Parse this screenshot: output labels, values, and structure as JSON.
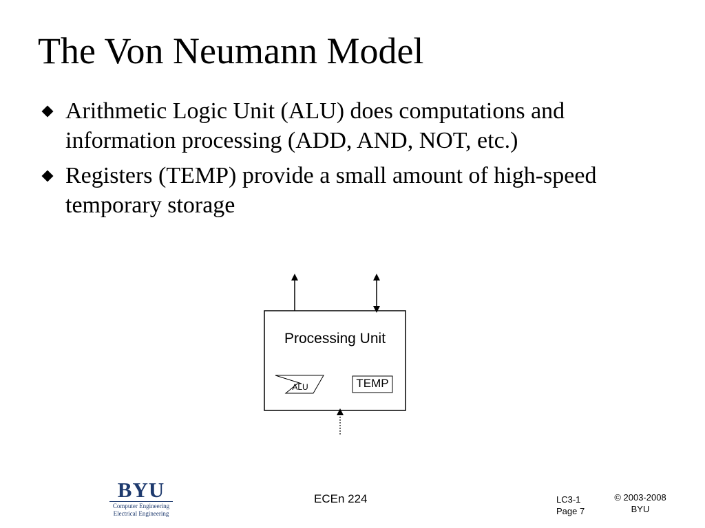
{
  "slide": {
    "title": "The Von Neumann Model",
    "bullets": [
      "Arithmetic Logic Unit (ALU) does computations and information processing (ADD, AND, NOT, etc.)",
      "Registers (TEMP) provide a small amount of high-speed temporary storage"
    ]
  },
  "diagram": {
    "processing_unit_label": "Processing Unit",
    "alu_label": "ALU",
    "temp_label": "TEMP"
  },
  "footer": {
    "logo": {
      "wordmark": "BYU",
      "line1": "Computer Engineering",
      "line2": "Electrical Engineering"
    },
    "course": "ECEn 224",
    "lecture": "LC3-1",
    "page": "Page 7",
    "copyright": "© 2003-2008",
    "owner": "BYU"
  },
  "colors": {
    "logo_blue": "#1e3a6e",
    "text": "#000000"
  }
}
